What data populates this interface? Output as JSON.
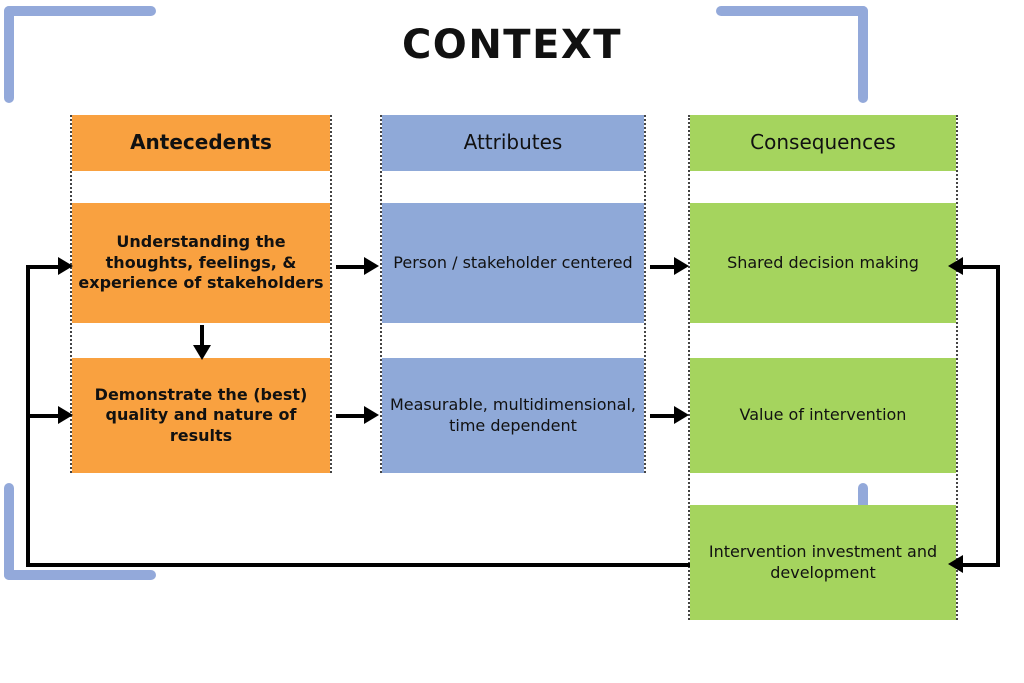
{
  "title": "CONTEXT",
  "colors": {
    "antecedents": "#F9A140",
    "attributes": "#8FA9D8",
    "consequences": "#A5D45E",
    "bracket": "#93A9DA",
    "connector": "#000000",
    "text": "#111111"
  },
  "columns": [
    {
      "key": "antecedents",
      "header": "Antecedents",
      "boxes": [
        "Understanding the thoughts, feelings, & experience of stakeholders",
        "Demonstrate the (best) quality and nature of results"
      ]
    },
    {
      "key": "attributes",
      "header": "Attributes",
      "boxes": [
        "Person / stakeholder centered",
        "Measurable, multidimensional, time dependent"
      ]
    },
    {
      "key": "consequences",
      "header": "Consequences",
      "boxes": [
        "Shared decision making",
        "Value of intervention",
        "Intervention investment and development"
      ]
    }
  ],
  "connectors": [
    {
      "name": "antecedent-1-to-attribute-1",
      "direction": "right"
    },
    {
      "name": "antecedent-2-to-attribute-2",
      "direction": "right"
    },
    {
      "name": "antecedent-1-to-antecedent-2",
      "direction": "down"
    },
    {
      "name": "attribute-1-to-consequence-1",
      "direction": "right"
    },
    {
      "name": "attribute-2-to-consequence-2",
      "direction": "right"
    },
    {
      "name": "feedback-consequences-to-antecedents",
      "direction": "left-loop"
    },
    {
      "name": "feedback-investment-to-shared-decision",
      "direction": "right-loop"
    }
  ]
}
